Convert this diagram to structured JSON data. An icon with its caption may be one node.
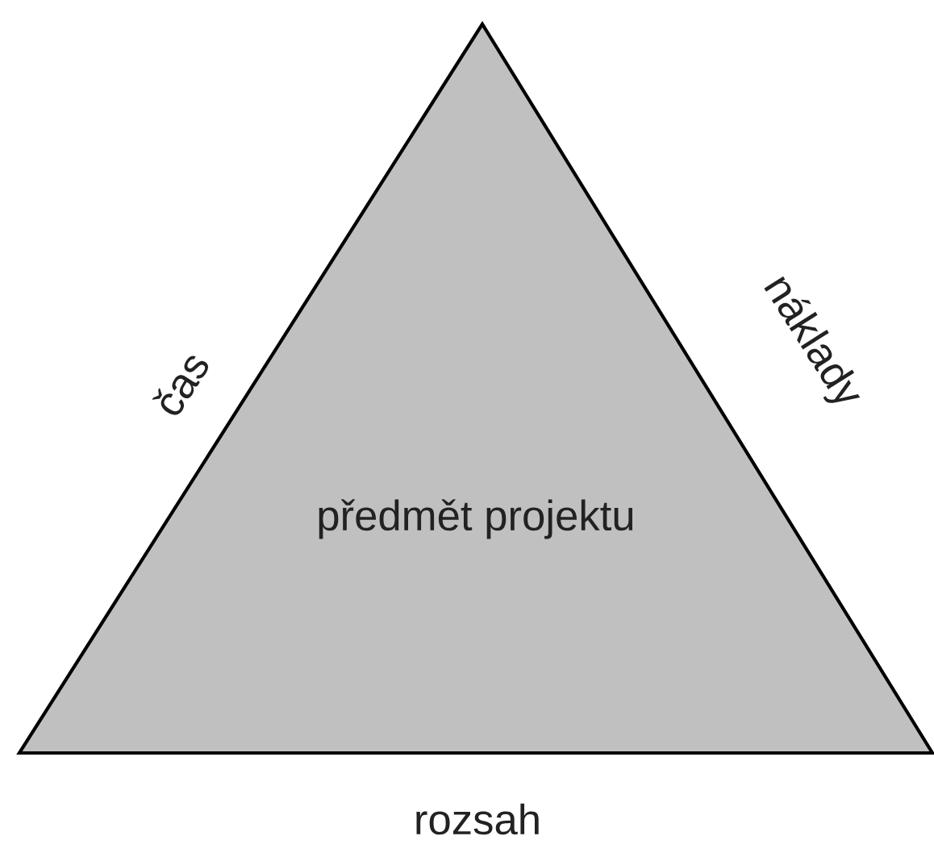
{
  "diagram": {
    "nodes": [
      {
        "text": [
          "předmět projektu"
        ]
      }
    ],
    "labels": [
      "čas",
      "náklady",
      "rozsah"
    ]
  }
}
